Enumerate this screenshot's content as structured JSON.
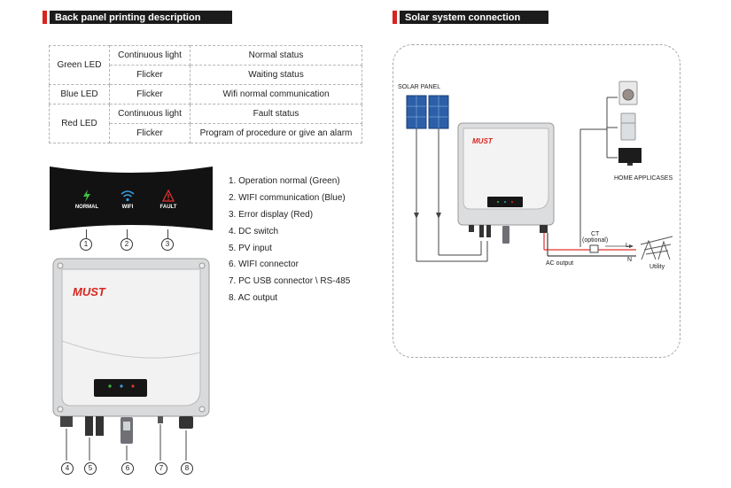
{
  "colors": {
    "accent": "#d7261f",
    "header_bg": "#1b1b1b",
    "normal": "#3fbf3f",
    "wifi": "#3a9ee4",
    "fault": "#e03030",
    "ac_line": "#e0322b"
  },
  "left_section": {
    "title": "Back panel printing description",
    "led_table": [
      {
        "led": "Green LED",
        "rows": [
          {
            "mode": "Continuous light",
            "meaning": "Normal status"
          },
          {
            "mode": "Flicker",
            "meaning": "Waiting status"
          }
        ]
      },
      {
        "led": "Blue LED",
        "rows": [
          {
            "mode": "Flicker",
            "meaning": "Wifi normal communication"
          }
        ]
      },
      {
        "led": "Red LED",
        "rows": [
          {
            "mode": "Continuous light",
            "meaning": "Fault status"
          },
          {
            "mode": "Flicker",
            "meaning": "Program of procedure or give an alarm"
          }
        ]
      }
    ],
    "indicators": [
      {
        "label": "NORMAL",
        "icon": "lightning-icon",
        "callout": "1"
      },
      {
        "label": "WIFI",
        "icon": "wifi-icon",
        "callout": "2"
      },
      {
        "label": "FAULT",
        "icon": "warning-icon",
        "callout": "3"
      }
    ],
    "legend": [
      "1.  Operation normal (Green)",
      "2.  WIFI communication (Blue)",
      "3.  Error display (Red)",
      "4.  DC switch",
      "5.  PV input",
      "6.  WIFI connector",
      "7.  PC USB connector \\ RS-485",
      "8.  AC  output"
    ],
    "brand": "MUST",
    "bottom_callouts": [
      "4",
      "5",
      "6",
      "7",
      "8"
    ]
  },
  "right_section": {
    "title": "Solar system connection",
    "solar_panel_label": "SOLAR PANEL",
    "home_label": "HOME APPLICASES",
    "ct_label": "CT",
    "ct_optional": "(optional)",
    "l_label": "L",
    "n_label": "N",
    "ac_output_label": "AC output",
    "utility_label": "Utility",
    "brand": "MUST"
  }
}
